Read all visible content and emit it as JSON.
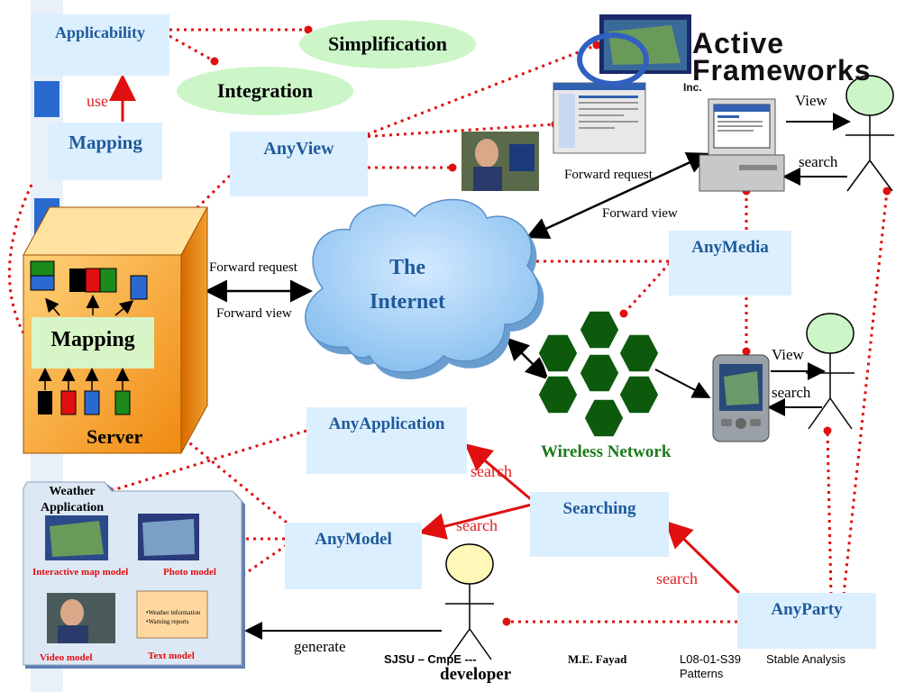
{
  "notes": {
    "applicability": "Applicability",
    "mapping_top": "Mapping",
    "anyview": "AnyView",
    "anymedia": "AnyMedia",
    "anyapplication": "AnyApplication",
    "searching": "Searching",
    "anymodel": "AnyModel",
    "anyparty": "AnyParty"
  },
  "ellipses": {
    "simplification": "Simplification",
    "integration": "Integration"
  },
  "logo": {
    "line1": "Active",
    "line2": "Frameworks",
    "line3": "Inc."
  },
  "internet": {
    "line1": "The",
    "line2": "Internet"
  },
  "server": {
    "mapping": "Mapping",
    "label": "Server"
  },
  "edge_labels": {
    "use": "use",
    "view_top": "View",
    "search_top": "search",
    "forward_request_top": "Forward request",
    "forward_view_top": "Forward view",
    "forward_request_mid": "Forward request",
    "forward_view_mid": "Forward view",
    "view_pda": "View",
    "search_pda": "search",
    "search_app": "search",
    "search_model": "search",
    "search_party": "search",
    "generate": "generate",
    "wireless": "Wireless Network"
  },
  "weather_app": {
    "title_line1": "Weather",
    "title_line2": "Application",
    "interactive_map": "Interactive map model",
    "photo": "Photo model",
    "video": "Video model",
    "text": "Text model",
    "text_bullet1": "•Weather information",
    "text_bullet2": "•Warning reports"
  },
  "actors": {
    "developer": "developer"
  },
  "footer": {
    "school": "SJSU – CmpE ---",
    "author": "M.E. Fayad",
    "slide_line1": "L08-01-S39",
    "slide_line2": "Patterns",
    "course": "Stable Analysis"
  },
  "colors": {
    "note_fill": "#dcefff",
    "note_text": "#1f5a9a",
    "ellipse_fill": "#ccf5c8",
    "dotted_red": "#e01010",
    "hexagon_green": "#0d5a0d",
    "server_orange": "#f5a830",
    "cloud_blue": "#a9d2f5"
  }
}
